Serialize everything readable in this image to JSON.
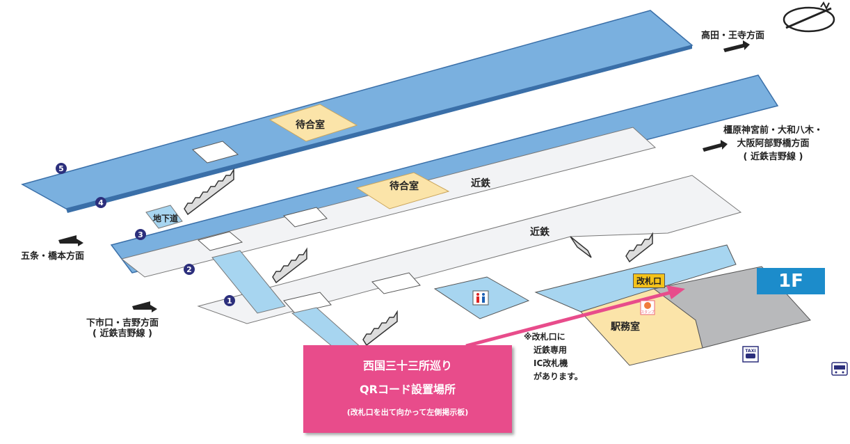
{
  "floor_badge": "1F",
  "directions": {
    "takada": "高田・王寺方面",
    "kashihara_line1": "橿原神宮前・大和八木・",
    "kashihara_line2": "大阪阿部野橋方面",
    "kashihara_line3": "( 近鉄吉野線 )",
    "gojo": "五条・橋本方面",
    "shimoichi_line1": "下市口・吉野方面",
    "shimoichi_line2": "( 近鉄吉野線 )"
  },
  "rooms": {
    "waiting_room_upper": "待合室",
    "waiting_room_lower": "待合室",
    "kintetsu_upper": "近鉄",
    "kintetsu_lower": "近鉄",
    "underpass": "地下道",
    "station_office": "駅務室",
    "ticket_gate": "改札口"
  },
  "platforms": [
    "1",
    "2",
    "3",
    "4",
    "5"
  ],
  "note": {
    "line1": "※改札口に",
    "line2": "近鉄専用",
    "line3": "IC改札機",
    "line4": "があります。"
  },
  "callout": {
    "line1": "西国三十三所巡り",
    "line2": "QRコード設置場所",
    "line3": "(改札口を出て向かって左側掲示板)"
  },
  "icons": {
    "restroom": "restroom-icon",
    "taxi": "taxi-icon",
    "bus": "bus-icon",
    "stamp": "stamp-icon",
    "compass": "north-compass-icon",
    "arrow": "direction-arrow-icon"
  },
  "icon_text": {
    "taxi": "TAXI",
    "stamp": "スタンプ"
  },
  "colors": {
    "platform_blue": "#7ab0df",
    "concourse_gray": "#f2f3f5",
    "light_blue": "#a7d5f0",
    "waiting_room": "#fbe4a9",
    "office_gray": "#b8b9bb",
    "callout_pink": "#e84c8b",
    "badge_blue": "#1c8ccb",
    "platform_number": "#2c2f7c"
  }
}
